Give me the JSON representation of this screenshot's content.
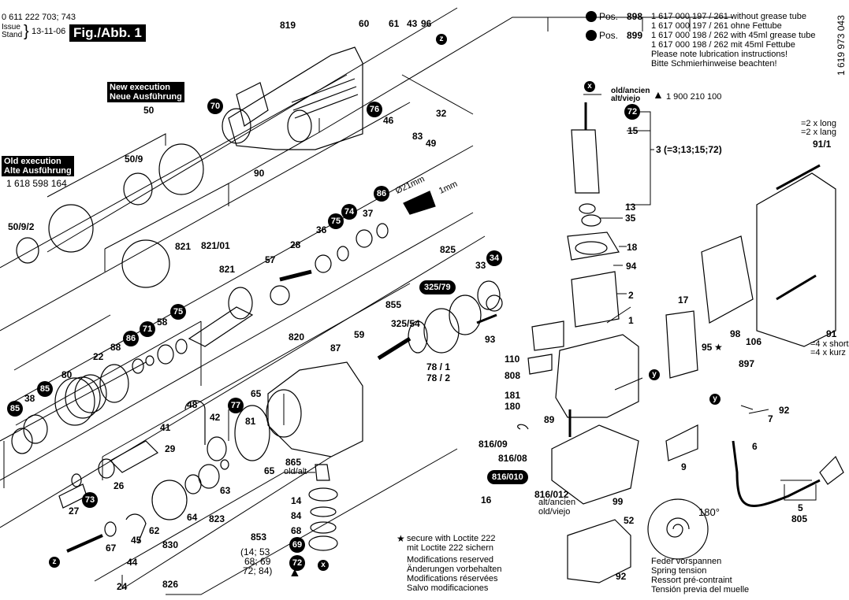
{
  "header": {
    "part_numbers": "0 611 222 703; 743",
    "issue_label": "Issue",
    "stand_label": "Stand",
    "date": "13-11-06",
    "figure": "Fig./Abb. 1"
  },
  "doc_number": "1 619 973 043",
  "grease_legend": {
    "rows": [
      {
        "pos": "Pos.",
        "num": "898",
        "lines": [
          "1 617 000 197 / 261  without grease tube",
          "1 617 000 197 / 261  ohne Fettube"
        ]
      },
      {
        "pos": "Pos.",
        "num": "899",
        "lines": [
          "1 617 000 198 / 262  with 45ml grease tube",
          "1 617 000 198 / 262  mit 45ml Fettube"
        ]
      }
    ],
    "note_en": "Please note lubrication instructions!",
    "note_de": "Bitte Schmierhinweise beachten!"
  },
  "executions": {
    "new_en": "New execution",
    "new_de": "Neue Ausführung",
    "old_en": "Old execution",
    "old_de": "Alte Ausführung",
    "old_part": "1 618 598 164"
  },
  "old_ancien": {
    "line1": "old/ancien",
    "line2": "alt/viejo",
    "part": "1 900 210 100",
    "armature_group": "3 (=3;13;15;72)"
  },
  "screws_91_1": {
    "l1": "=2 x long",
    "l2": "=2 x lang"
  },
  "screws_91": {
    "l1": "=4 x short",
    "l2": "=4 x kurz"
  },
  "dims": {
    "diameter": "Ø21mm",
    "depth": "1mm"
  },
  "notes": {
    "loctite_en": "secure with Loctite 222",
    "loctite_de": "mit Loctite 222 sichern",
    "mods": [
      "Modifications reserved",
      "Änderungen vorbehalten",
      "Modifications réservées",
      "Salvo modificaciones"
    ],
    "spring": [
      "Feder vorspannen",
      "Spring tension",
      "Ressort pré-contraint",
      "Tensión previa del muelle"
    ],
    "angle": "180°"
  },
  "bearing_group": {
    "ref": "853",
    "contents": [
      "(14; 53",
      "68; 69",
      "72; 84)"
    ]
  },
  "sub_labels": {
    "old_alt": "old/alt",
    "alt_ancien": "alt/ancien",
    "old_viejo": "old/viejo",
    "star": "★",
    "triangle": "▲"
  },
  "labels": [
    {
      "id": "819",
      "t": "819"
    },
    {
      "id": "60",
      "t": "60"
    },
    {
      "id": "61",
      "t": "61"
    },
    {
      "id": "43",
      "t": "43"
    },
    {
      "id": "96",
      "t": "96"
    },
    {
      "id": "50",
      "t": "50"
    },
    {
      "id": "50_9",
      "t": "50/9"
    },
    {
      "id": "50_9_2",
      "t": "50/9/2"
    },
    {
      "id": "46",
      "t": "46"
    },
    {
      "id": "32",
      "t": "32"
    },
    {
      "id": "83",
      "t": "83"
    },
    {
      "id": "49",
      "t": "49"
    },
    {
      "id": "90",
      "t": "90"
    },
    {
      "id": "821",
      "t": "821"
    },
    {
      "id": "821_01",
      "t": "821/01"
    },
    {
      "id": "821b",
      "t": "821"
    },
    {
      "id": "57",
      "t": "57"
    },
    {
      "id": "28",
      "t": "28"
    },
    {
      "id": "36",
      "t": "36"
    },
    {
      "id": "37",
      "t": "37"
    },
    {
      "id": "58",
      "t": "58"
    },
    {
      "id": "88",
      "t": "88"
    },
    {
      "id": "22",
      "t": "22"
    },
    {
      "id": "80",
      "t": "80"
    },
    {
      "id": "38",
      "t": "38"
    },
    {
      "id": "820",
      "t": "820"
    },
    {
      "id": "87",
      "t": "87"
    },
    {
      "id": "59",
      "t": "59"
    },
    {
      "id": "48",
      "t": "48"
    },
    {
      "id": "42",
      "t": "42"
    },
    {
      "id": "65a",
      "t": "65"
    },
    {
      "id": "81",
      "t": "81"
    },
    {
      "id": "65b",
      "t": "65"
    },
    {
      "id": "865",
      "t": "865"
    },
    {
      "id": "41",
      "t": "41"
    },
    {
      "id": "29",
      "t": "29"
    },
    {
      "id": "26",
      "t": "26"
    },
    {
      "id": "27",
      "t": "27"
    },
    {
      "id": "63",
      "t": "63"
    },
    {
      "id": "64",
      "t": "64"
    },
    {
      "id": "823",
      "t": "823"
    },
    {
      "id": "62",
      "t": "62"
    },
    {
      "id": "830",
      "t": "830"
    },
    {
      "id": "67",
      "t": "67"
    },
    {
      "id": "45",
      "t": "45"
    },
    {
      "id": "44",
      "t": "44"
    },
    {
      "id": "24",
      "t": "24"
    },
    {
      "id": "826",
      "t": "826"
    },
    {
      "id": "14",
      "t": "14"
    },
    {
      "id": "84",
      "t": "84"
    },
    {
      "id": "68",
      "t": "68"
    },
    {
      "id": "853",
      "t": "853"
    },
    {
      "id": "825",
      "t": "825"
    },
    {
      "id": "33",
      "t": "33"
    },
    {
      "id": "855",
      "t": "855"
    },
    {
      "id": "325_54",
      "t": "325/54"
    },
    {
      "id": "93",
      "t": "93"
    },
    {
      "id": "78_1",
      "t": "78 / 1"
    },
    {
      "id": "78_2",
      "t": "78 / 2"
    },
    {
      "id": "15",
      "t": "15"
    },
    {
      "id": "13",
      "t": "13"
    },
    {
      "id": "35",
      "t": "35"
    },
    {
      "id": "18",
      "t": "18"
    },
    {
      "id": "94",
      "t": "94"
    },
    {
      "id": "2",
      "t": "2"
    },
    {
      "id": "1",
      "t": "1"
    },
    {
      "id": "110",
      "t": "110"
    },
    {
      "id": "808",
      "t": "808"
    },
    {
      "id": "181",
      "t": "181"
    },
    {
      "id": "180",
      "t": "180"
    },
    {
      "id": "89",
      "t": "89"
    },
    {
      "id": "816_09",
      "t": "816/09"
    },
    {
      "id": "816_08",
      "t": "816/08"
    },
    {
      "id": "816_012",
      "t": "816/012"
    },
    {
      "id": "16",
      "t": "16"
    },
    {
      "id": "99",
      "t": "99"
    },
    {
      "id": "52",
      "t": "52"
    },
    {
      "id": "92a",
      "t": "92"
    },
    {
      "id": "17",
      "t": "17"
    },
    {
      "id": "98",
      "t": "98"
    },
    {
      "id": "106",
      "t": "106"
    },
    {
      "id": "95",
      "t": "95"
    },
    {
      "id": "897",
      "t": "897"
    },
    {
      "id": "91_1",
      "t": "91/1"
    },
    {
      "id": "91",
      "t": "91"
    },
    {
      "id": "92b",
      "t": "92"
    },
    {
      "id": "7",
      "t": "7"
    },
    {
      "id": "6",
      "t": "6"
    },
    {
      "id": "9",
      "t": "9"
    },
    {
      "id": "5",
      "t": "5"
    },
    {
      "id": "805",
      "t": "805"
    }
  ],
  "bubbles": {
    "b70": "70",
    "b76": "76",
    "b86a": "86",
    "b74": "74",
    "b75a": "75",
    "b75b": "75",
    "b71": "71",
    "b86b": "86",
    "b85a": "85",
    "b85b": "85",
    "b77": "77",
    "b73": "73",
    "b69": "69",
    "b72a": "72",
    "b34": "34",
    "b72b": "72",
    "bz1": "z",
    "bz2": "z",
    "bx1": "x",
    "bx2": "x",
    "by1": "y",
    "by2": "y"
  },
  "pills": {
    "p325_79": "325/79",
    "p816_010": "816/010"
  }
}
